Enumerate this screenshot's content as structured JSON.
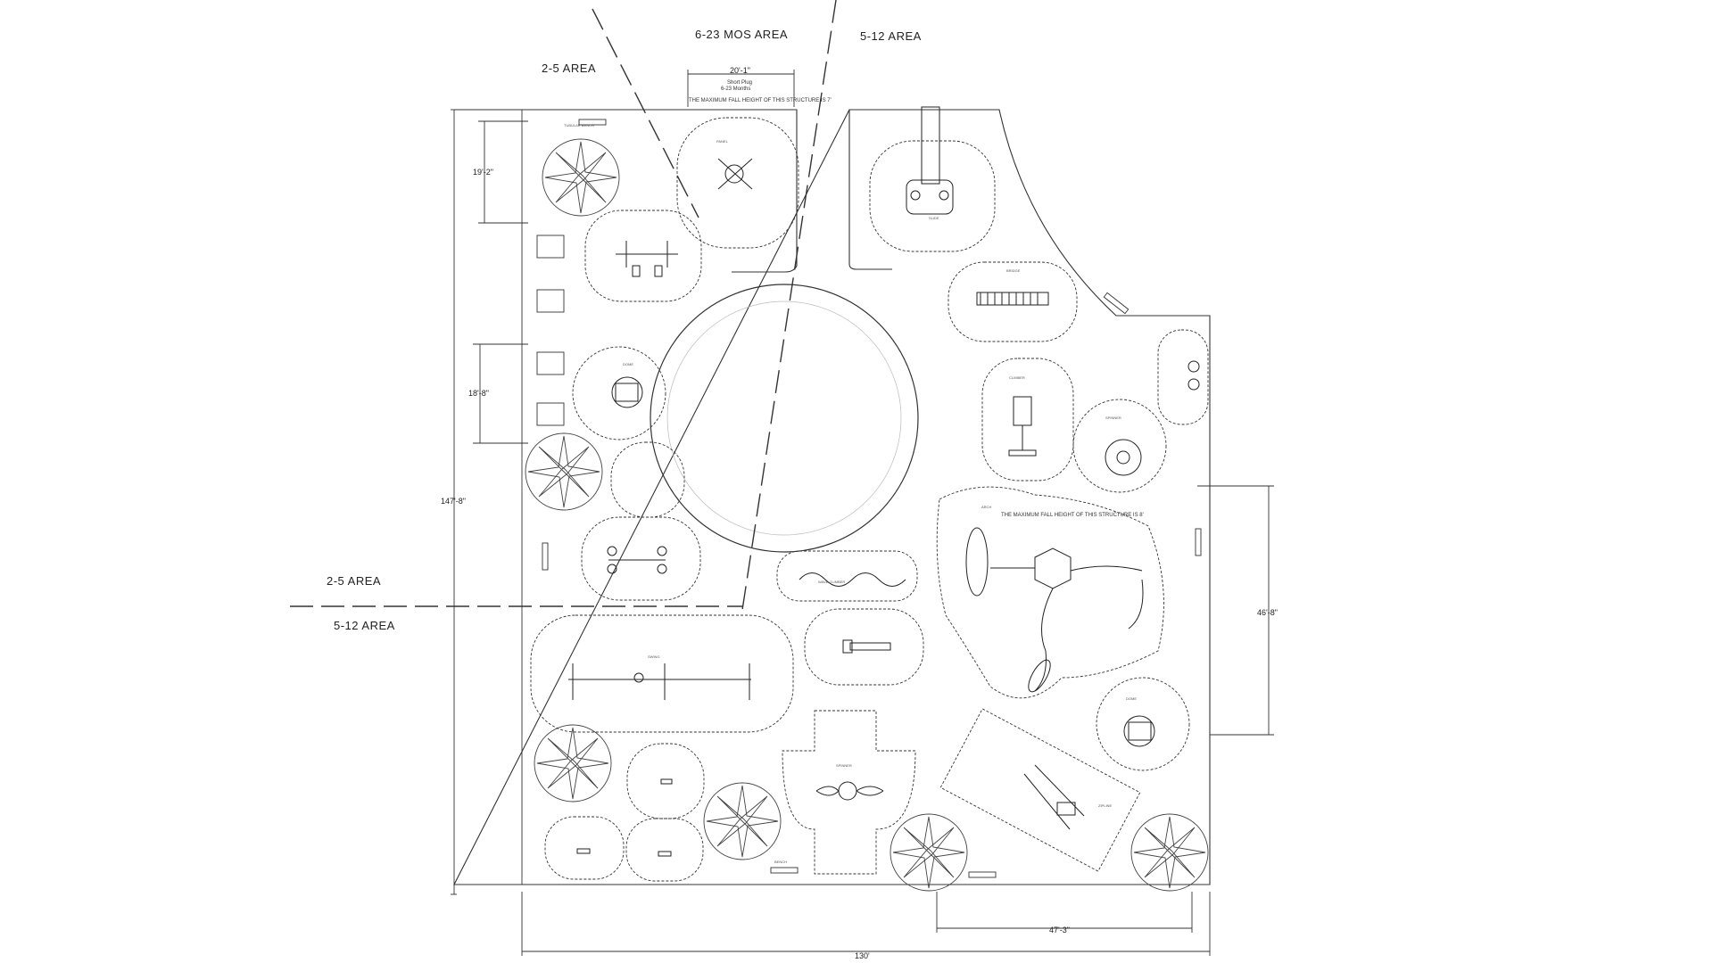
{
  "zones": {
    "top_left": "2-5 AREA",
    "top_center": "6-23 MOS AREA",
    "top_right": "5-12 AREA",
    "mid_left_upper": "2-5 AREA",
    "mid_left_lower": "5-12 AREA"
  },
  "dimensions": {
    "overall_height": "147'-8\"",
    "overall_width": "130'",
    "left_upper": "19'-2\"",
    "left_mid": "18'-8\"",
    "right_mid": "46'-8\"",
    "bottom_right": "47'-3\"",
    "top_center": "20'-1\""
  },
  "notes": {
    "top_fall_height": "THE MAXIMUM FALL HEIGHT OF THIS STRUCTURE IS 7'",
    "right_fall_height": "THE MAXIMUM FALL HEIGHT OF THIS STRUCTURE IS 8'",
    "top_sub1": "Short Plug",
    "top_sub2": "6-23 Months"
  },
  "colors": {
    "line": "#333333",
    "background": "#ffffff"
  }
}
